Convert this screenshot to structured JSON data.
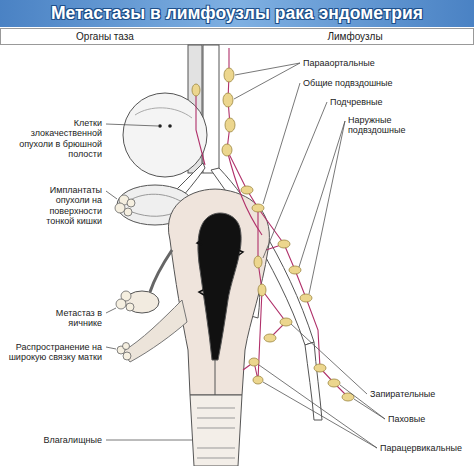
{
  "diagram": {
    "title": "Метастазы в лимфоузлы рака эндометрия",
    "labels": [
      "Органы таза",
      "Лимфоузлы",
      "Клетки злокачественной опухоли в брюшной полости",
      "Имплантаты опухоли на поверхности тонкой кишки",
      "Метастаз в яичнике",
      "Распространение на широкую связку матки",
      "Влагалищные",
      "Парааортальные",
      "Общие подвздошные",
      "Подчревные",
      "Наружные подвздошные",
      "Запирательные",
      "Паховые",
      "Парацервикальные"
    ]
  }
}
